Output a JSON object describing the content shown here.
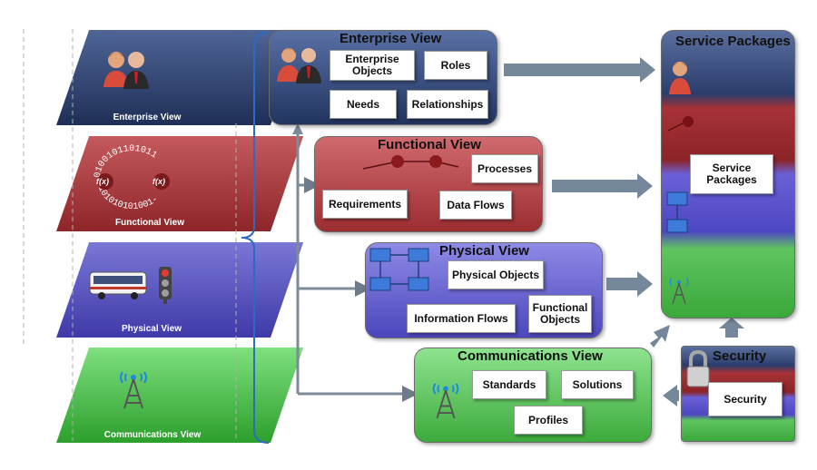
{
  "layers": {
    "enterprise": "Enterprise View",
    "functional": "Functional View",
    "physical": "Physical View",
    "communications": "Communications View",
    "functional_binary_top": "0100101101011",
    "functional_binary_bottom": "-101010101001-",
    "functional_fx": "f(x)"
  },
  "enterprise": {
    "title": "Enterprise View",
    "objects": "Enterprise Objects",
    "roles": "Roles",
    "needs": "Needs",
    "relationships": "Relationships"
  },
  "functional": {
    "title": "Functional View",
    "processes": "Processes",
    "requirements": "Requirements",
    "data_flows": "Data Flows"
  },
  "physical": {
    "title": "Physical View",
    "physical_objects": "Physical Objects",
    "functional_objects": "Functional Objects",
    "information_flows": "Information Flows"
  },
  "communications": {
    "title": "Communications View",
    "standards": "Standards",
    "solutions": "Solutions",
    "profiles": "Profiles"
  },
  "service_packages": {
    "title": "Service Packages",
    "box": "Service Packages"
  },
  "security": {
    "title": "Security",
    "box": "Security"
  },
  "colors": {
    "enterprise": "#2c3e6b",
    "functional": "#a8383c",
    "physical": "#4a45b8",
    "communications": "#3bb33b",
    "arrow": "#6d7b8a"
  },
  "icons": [
    "people-icon",
    "binary-function-icon",
    "bus-icon",
    "traffic-light-icon",
    "radio-tower-icon",
    "node-icon",
    "lock-icon"
  ]
}
